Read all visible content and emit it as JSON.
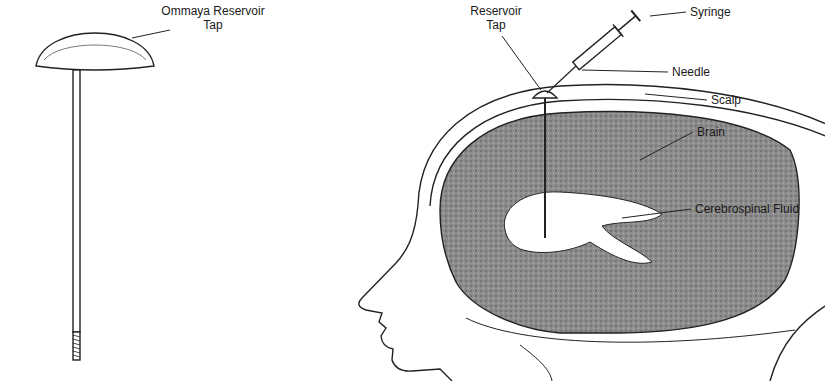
{
  "diagram": {
    "labels": [
      "Ommaya Reservoir Tap",
      "Reservoir Tap",
      "Syringe",
      "Needle",
      "Scalp",
      "Brain",
      "Cerebrospinal Fluid"
    ]
  }
}
